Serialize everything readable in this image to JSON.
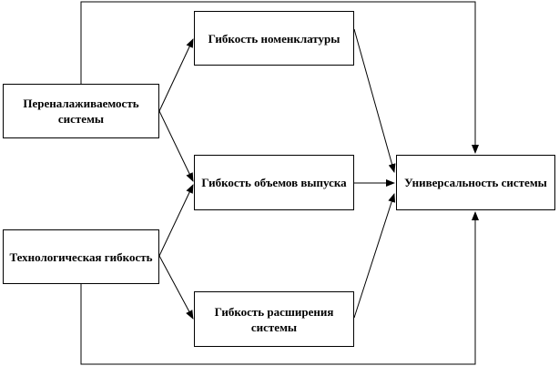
{
  "diagram": {
    "nodes": {
      "reconfig": {
        "label": "Переналаживаемость системы"
      },
      "tech": {
        "label": "Технологическая гибкость"
      },
      "nomen": {
        "label": "Гибкость номенклатуры"
      },
      "volume": {
        "label": "Гибкость объемов выпуска"
      },
      "expand": {
        "label": "Гибкость расширения системы"
      },
      "universal": {
        "label": "Универсальность системы"
      }
    },
    "edges": [
      {
        "from": "reconfig",
        "to": "nomen"
      },
      {
        "from": "reconfig",
        "to": "volume"
      },
      {
        "from": "tech",
        "to": "volume"
      },
      {
        "from": "tech",
        "to": "expand"
      },
      {
        "from": "nomen",
        "to": "universal"
      },
      {
        "from": "volume",
        "to": "universal"
      },
      {
        "from": "expand",
        "to": "universal"
      },
      {
        "from": "reconfig",
        "to": "universal",
        "route": "top"
      },
      {
        "from": "tech",
        "to": "universal",
        "route": "bottom"
      }
    ],
    "colors": {
      "line": "#000000",
      "box_border": "#000000",
      "background": "#ffffff"
    }
  }
}
